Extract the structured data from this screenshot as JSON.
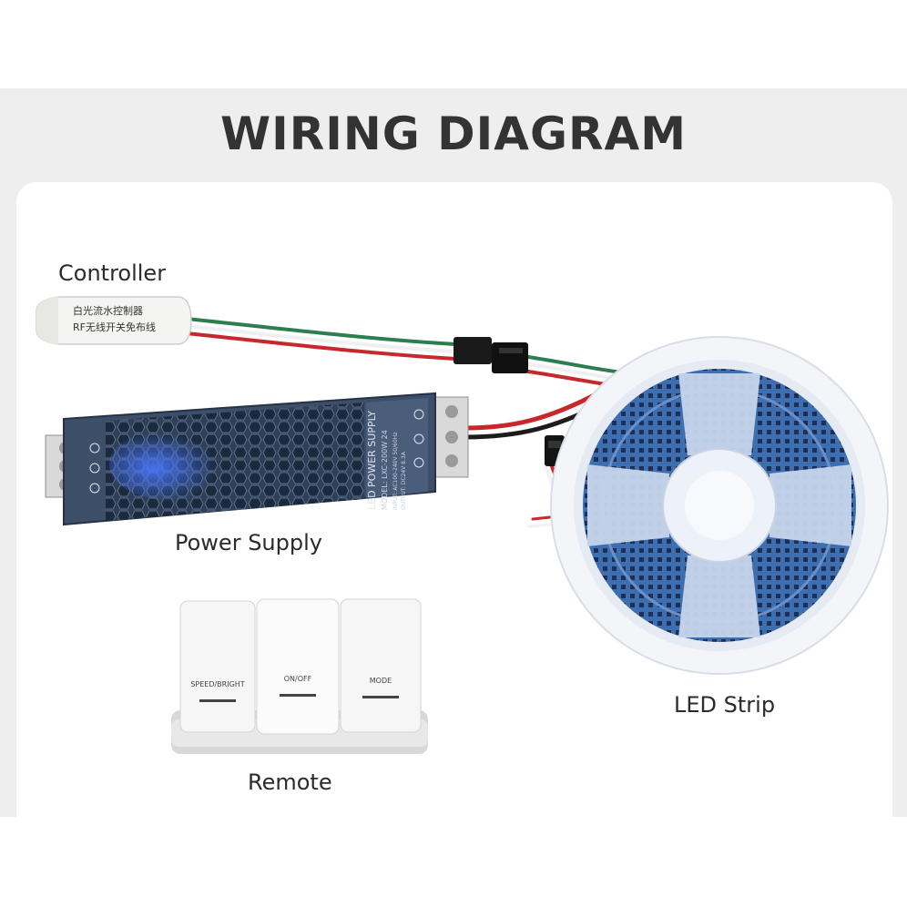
{
  "title": "WIRING DIAGRAM",
  "labels": {
    "controller": "Controller",
    "power_supply": "Power Supply",
    "remote": "Remote",
    "led_strip": "LED Strip"
  },
  "controller_text": {
    "line1": "白光流水控制器",
    "line2": "RF无线开关免布线"
  },
  "power_supply_text": {
    "brand": "LED POWER SUPPLY",
    "model": "MODEL: LXC-200W 24",
    "spec1": "INPUT: AC100-240V 50/60Hz",
    "spec2": "OUTPUT: DC24V 8.3A"
  },
  "remote_buttons": [
    "SPEED/BRIGHT",
    "ON/OFF",
    "MODE"
  ],
  "colors": {
    "title": "#333333",
    "wire_red": "#c8282c",
    "wire_green": "#2e7d4f",
    "wire_white": "#f2f2f2",
    "psu_body": "#3c4e68",
    "strip_led": "#3d6fb0"
  }
}
